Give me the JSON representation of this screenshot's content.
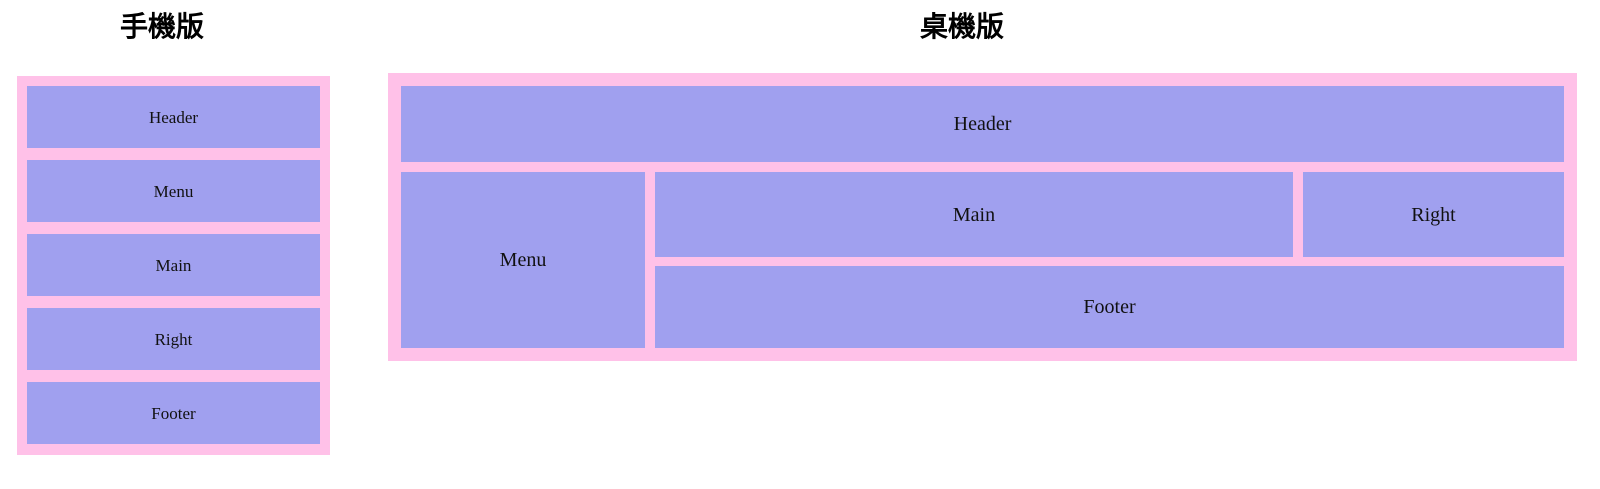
{
  "page": {
    "background_color": "#ffffff",
    "accent_frame_color": "#ffc1e8",
    "accent_block_color": "#a0a0ef",
    "text_color": "#111111"
  },
  "mobile": {
    "title": "手機版",
    "blocks": [
      {
        "label": "Header"
      },
      {
        "label": "Menu"
      },
      {
        "label": "Main"
      },
      {
        "label": "Right"
      },
      {
        "label": "Footer"
      }
    ]
  },
  "desktop": {
    "title": "桌機版",
    "blocks": [
      {
        "label": "Header"
      },
      {
        "label": "Menu"
      },
      {
        "label": "Main"
      },
      {
        "label": "Right"
      },
      {
        "label": "Footer"
      }
    ]
  }
}
